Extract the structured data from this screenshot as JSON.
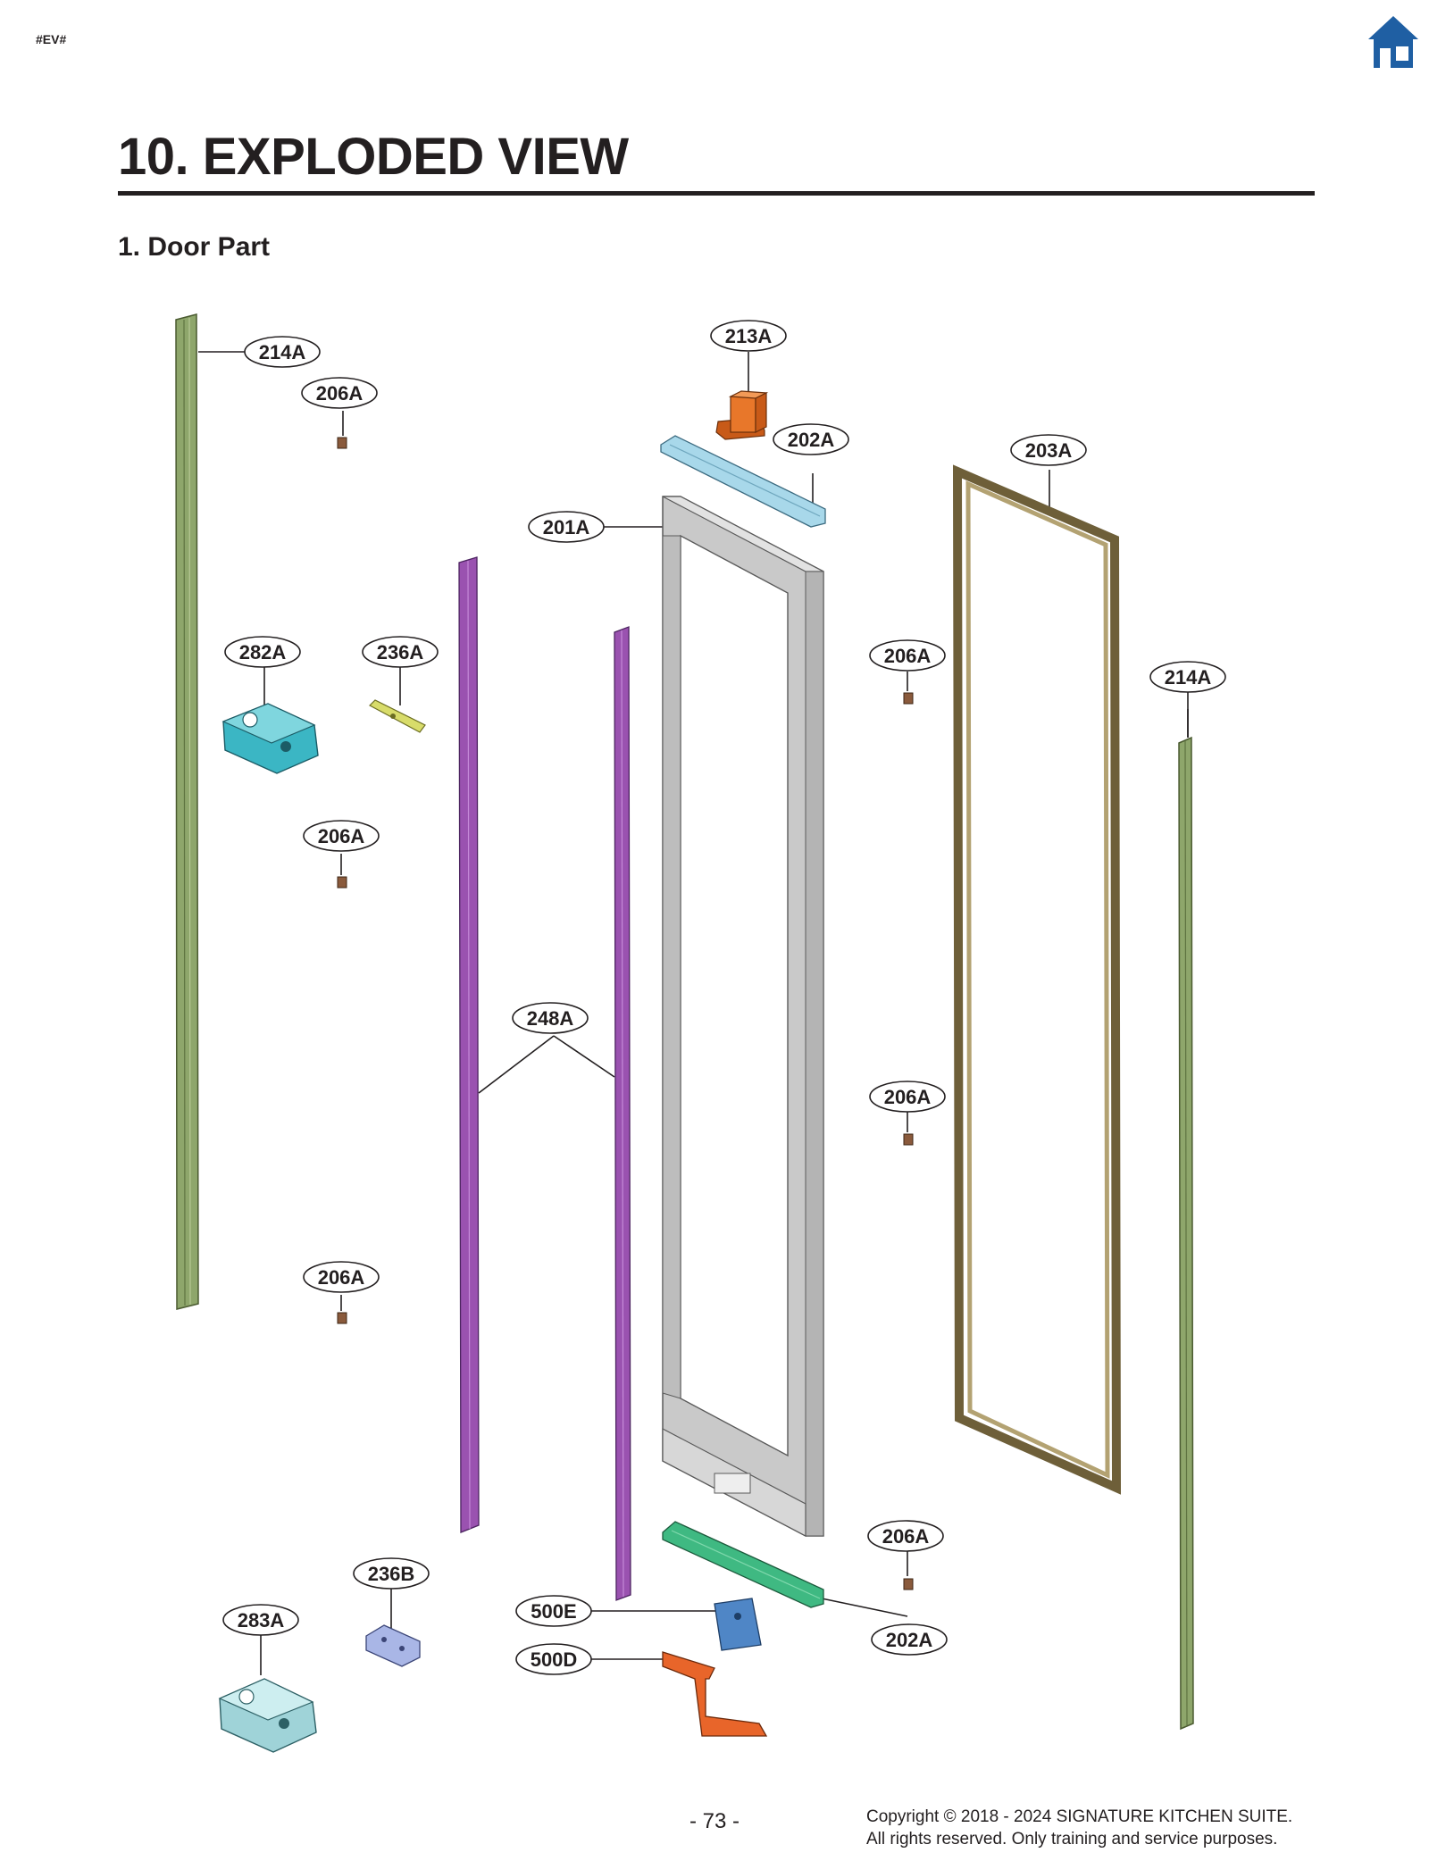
{
  "header": {
    "tag": "#EV#",
    "home_icon": "home-icon"
  },
  "title": "10. EXPLODED VIEW",
  "subtitle": "1. Door Part",
  "parts": {
    "p214A": "214A",
    "p213A": "213A",
    "p206A": "206A",
    "p202A": "202A",
    "p203A": "203A",
    "p201A": "201A",
    "p282A": "282A",
    "p236A": "236A",
    "p248A": "248A",
    "p236B": "236B",
    "p283A": "283A",
    "p500E": "500E",
    "p500D": "500D"
  },
  "colors": {
    "gasket_green": "#8ea66b",
    "hinge_cap_orange": "#e8772a",
    "bracket_blue": "#a8d8ea",
    "gasket_frame_brown": "#9a8a5e",
    "frame_gray": "#c9c9c9",
    "hinge_cyan": "#3bb6c4",
    "stopper_yellow": "#d8dc6a",
    "rail_purple": "#9a52b0",
    "bracket_green": "#3fb982",
    "plate_blue": "#4f86c6",
    "arm_orange": "#e8652a",
    "bracket_lavender": "#a9b6e6",
    "hinge_light": "#9fd3d8",
    "screw_brown": "#8a5a3c",
    "home_blue": "#1f5fa3"
  },
  "footer": {
    "page": "- 73 -",
    "copyright_line1": "Copyright © 2018 - 2024 SIGNATURE KITCHEN SUITE.",
    "copyright_line2": "All rights reserved. Only training and service purposes."
  }
}
